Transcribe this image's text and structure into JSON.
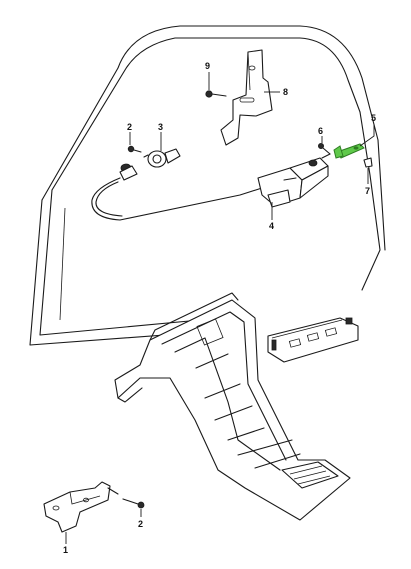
{
  "callouts": {
    "c1": "1",
    "c2a": "2",
    "c2b": "2",
    "c3": "3",
    "c4": "4",
    "c5": "5",
    "c6": "6",
    "c7": "7",
    "c8": "8",
    "c9": "9"
  },
  "highlight_color": "#5fc94a"
}
